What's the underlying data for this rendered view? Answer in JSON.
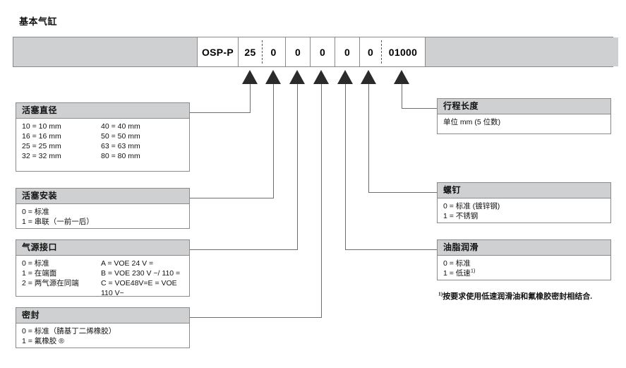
{
  "diagram": {
    "title": "基本气缸",
    "code": {
      "prefix": "OSP-P",
      "segments": [
        {
          "value": "25",
          "sep": "-",
          "value2": "0"
        },
        {
          "value": "0"
        },
        {
          "value": "0"
        },
        {
          "value": "0"
        },
        {
          "value": "0",
          "sep": "-",
          "value2": "01000"
        }
      ],
      "cells": [
        "OSP-P",
        "25",
        "0",
        "0",
        "0",
        "0",
        "0",
        "01000"
      ]
    },
    "left_boxes": [
      {
        "key": "piston-diameter",
        "header": "活塞直径",
        "layout": "two-column",
        "col1": [
          "10 = 10 mm",
          "16 = 16 mm",
          "25 = 25 mm",
          "32 = 32 mm"
        ],
        "col2": [
          "40 = 40 mm",
          "50 = 50 mm",
          "63 = 63 mm",
          "80 = 80 mm"
        ]
      },
      {
        "key": "piston-mounting",
        "header": "活塞安装",
        "layout": "list",
        "rows": [
          "0 = 标准",
          "1 = 串联（一前一后）"
        ]
      },
      {
        "key": "air-supply-port",
        "header": "气源接口",
        "layout": "two-column-wrap",
        "col1": [
          "0 = 标准",
          "1 = 在端面",
          "2 = 两气源在同端"
        ],
        "col2": [
          "A = VOE 24 V =",
          "B = VOE 230 V ~/ 110 =",
          "C = VOE48V=E = VOE 110 V~"
        ]
      },
      {
        "key": "sealing",
        "header": "密封",
        "layout": "list",
        "rows": [
          "0 = 标准（腈基丁二烯橡胶）",
          "1 = 氟橡胶 ®"
        ]
      }
    ],
    "right_boxes": [
      {
        "key": "stroke-length",
        "header": "行程长度",
        "layout": "list",
        "rows": [
          "单位 mm (5 位数)"
        ]
      },
      {
        "key": "screw",
        "header": "螺钉",
        "layout": "list",
        "rows": [
          "0 = 标准 (镀锌钢)",
          "1 = 不锈钢"
        ]
      },
      {
        "key": "grease-lubrication",
        "header": "油脂润滑",
        "layout": "list-sup",
        "rows": [
          "0 = 标准",
          "1 = 低速"
        ],
        "sup_on_last": "1)"
      }
    ],
    "footnote": {
      "marker": "1)",
      "text": "按要求使用低速润滑油和氟橡胶密封相结合."
    },
    "colors": {
      "header_fill": "#cfd0d2",
      "border": "#8a8a8a",
      "arrow": "#2b2b2b",
      "connector": "#6e6e6e",
      "text": "#111111"
    }
  }
}
